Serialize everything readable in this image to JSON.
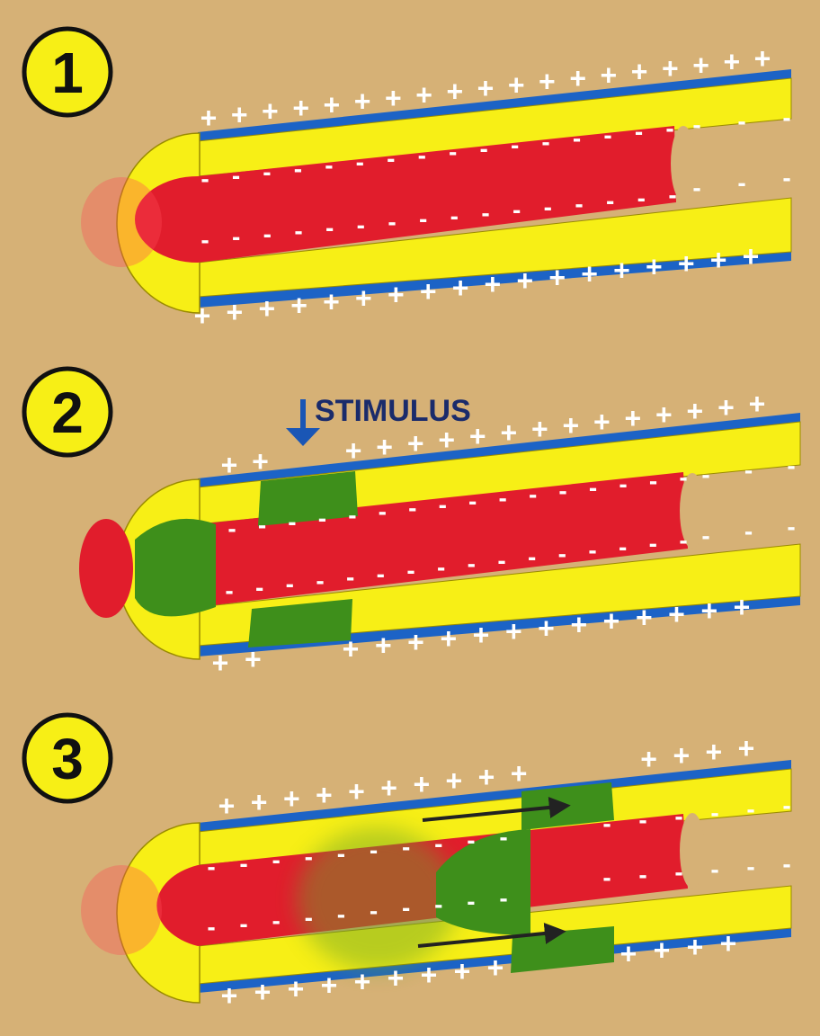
{
  "stages": [
    {
      "number": "1"
    },
    {
      "number": "2",
      "stimulus_label": "STIMULUS"
    },
    {
      "number": "3"
    }
  ],
  "charges": {
    "positive": "+",
    "negative": "-"
  },
  "colors": {
    "background": "#d6b176",
    "outer_membrane": "#1c63c6",
    "sheath": "#f7ef16",
    "axon_core": "#e11d2c",
    "depolarized": "#3e8f1b",
    "badge_fill": "#f7ef16",
    "arrow": "#222222"
  }
}
